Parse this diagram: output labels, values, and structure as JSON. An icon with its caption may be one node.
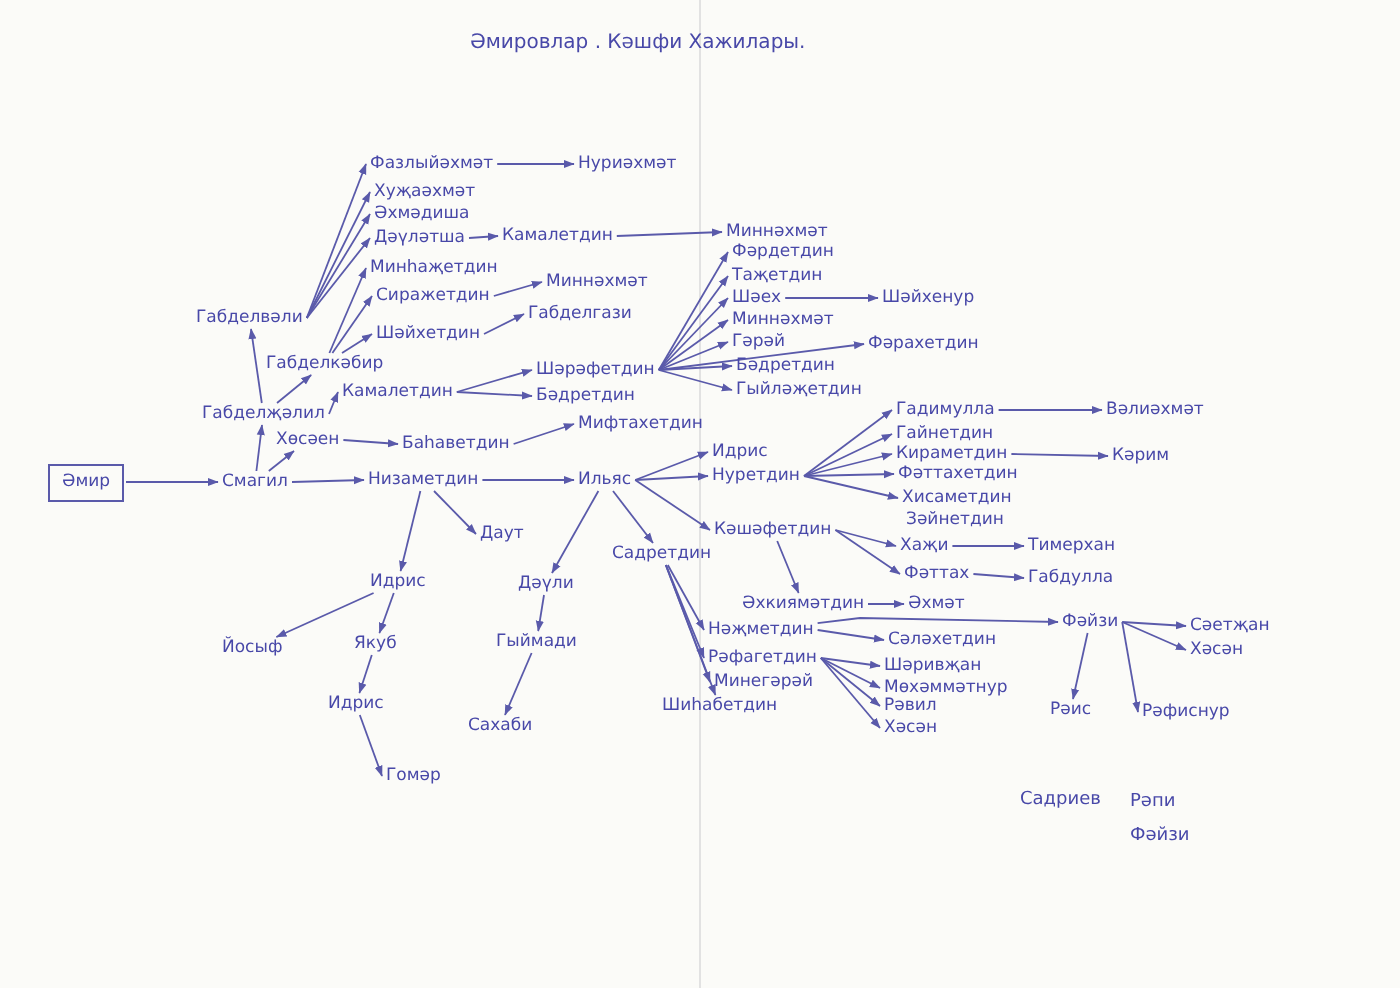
{
  "diagram": {
    "title": "Әмировлар . Кәшфи Хажилары.",
    "nodes": [
      {
        "text": [
          "Әмир"
        ]
      },
      {
        "text": [
          "Смагил"
        ]
      },
      {
        "text": [
          "Низаметдин"
        ]
      },
      {
        "text": [
          "Ильяс"
        ]
      },
      {
        "text": [
          "Габделҗәлил"
        ]
      },
      {
        "text": [
          "Хөсәен"
        ]
      },
      {
        "text": [
          "Баһаветдин"
        ]
      },
      {
        "text": [
          "Мифтахетдин"
        ]
      },
      {
        "text": [
          "Габделвәли"
        ]
      },
      {
        "text": [
          "Габделкәбир"
        ]
      },
      {
        "text": [
          "Камалетдин"
        ]
      },
      {
        "text": [
          "Шәрәфетдин"
        ]
      },
      {
        "text": [
          "Бәдретдин"
        ]
      },
      {
        "text": [
          "Фазлыйәхмәт"
        ]
      },
      {
        "text": [
          "Нуриәхмәт"
        ]
      },
      {
        "text": [
          "Хуҗаәхмәт"
        ]
      },
      {
        "text": [
          "Әхмәдиша"
        ]
      },
      {
        "text": [
          "Дәүләтша"
        ]
      },
      {
        "text": [
          "Камалетдин"
        ]
      },
      {
        "text": [
          "Миннәхмәт"
        ]
      },
      {
        "text": [
          "Минһаҗетдин"
        ]
      },
      {
        "text": [
          "Сиражетдин"
        ]
      },
      {
        "text": [
          "Миннәхмәт"
        ]
      },
      {
        "text": [
          "Шәйхетдин"
        ]
      },
      {
        "text": [
          "Габделгази"
        ]
      },
      {
        "text": [
          "Фәрдетдин"
        ]
      },
      {
        "text": [
          "Таҗетдин"
        ]
      },
      {
        "text": [
          "Шәех"
        ]
      },
      {
        "text": [
          "Миннәхмәт"
        ]
      },
      {
        "text": [
          "Гәрәй"
        ]
      },
      {
        "text": [
          "Фәрахетдин"
        ]
      },
      {
        "text": [
          "Бәдретдин"
        ]
      },
      {
        "text": [
          "Гыйләҗетдин"
        ]
      },
      {
        "text": [
          "Шәйхенур"
        ]
      },
      {
        "text": [
          "Идрис"
        ]
      },
      {
        "text": [
          "Нуретдин"
        ]
      },
      {
        "text": [
          "Гадимулла"
        ]
      },
      {
        "text": [
          "Вәлиәхмәт"
        ]
      },
      {
        "text": [
          "Гайнетдин"
        ]
      },
      {
        "text": [
          "Кираметдин"
        ]
      },
      {
        "text": [
          "Кәрим"
        ]
      },
      {
        "text": [
          "Фәттахетдин"
        ]
      },
      {
        "text": [
          "Хисаметдин"
        ]
      },
      {
        "text": [
          "Зәйнетдин"
        ]
      },
      {
        "text": [
          "Кәшәфетдин"
        ]
      },
      {
        "text": [
          "Хаҗи"
        ]
      },
      {
        "text": [
          "Тимерхан"
        ]
      },
      {
        "text": [
          "Фәттах"
        ]
      },
      {
        "text": [
          "Габдулла"
        ]
      },
      {
        "text": [
          "Әхкиямәтдин"
        ]
      },
      {
        "text": [
          "Әхмәт"
        ]
      },
      {
        "text": [
          "Даут"
        ]
      },
      {
        "text": [
          "Идрис"
        ]
      },
      {
        "text": [
          "Йосыф"
        ]
      },
      {
        "text": [
          "Якуб"
        ]
      },
      {
        "text": [
          "Идрис"
        ]
      },
      {
        "text": [
          "Гомәр"
        ]
      },
      {
        "text": [
          "Садретдин"
        ]
      },
      {
        "text": [
          "Дәүли"
        ]
      },
      {
        "text": [
          "Гыймади"
        ]
      },
      {
        "text": [
          "Сахаби"
        ]
      },
      {
        "text": [
          "Нәҗметдин"
        ]
      },
      {
        "text": [
          "Сәләхетдин"
        ]
      },
      {
        "text": [
          "Фәйзи"
        ]
      },
      {
        "text": [
          "Сәетҗан"
        ]
      },
      {
        "text": [
          "Хәсән"
        ]
      },
      {
        "text": [
          "Рәис"
        ]
      },
      {
        "text": [
          "Рәфиснур"
        ]
      },
      {
        "text": [
          "Рәфагетдин"
        ]
      },
      {
        "text": [
          "Шәривҗан"
        ]
      },
      {
        "text": [
          "Мөхәммәтнур"
        ]
      },
      {
        "text": [
          "Рәвил"
        ]
      },
      {
        "text": [
          "Хәсән"
        ]
      },
      {
        "text": [
          "Минегәрәй"
        ]
      },
      {
        "text": [
          "Шиһабетдин"
        ]
      }
    ],
    "edges": [
      {
        "from": 0,
        "to": 1,
        "arrow": "to"
      },
      {
        "from": 1,
        "to": 2,
        "arrow": "to"
      },
      {
        "from": 1,
        "to": 4,
        "arrow": "to"
      },
      {
        "from": 1,
        "to": 5,
        "arrow": "to"
      },
      {
        "from": 5,
        "to": 6,
        "arrow": "to"
      },
      {
        "from": 6,
        "to": 7,
        "arrow": "to"
      },
      {
        "from": 2,
        "to": 3,
        "arrow": "to"
      },
      {
        "from": 4,
        "to": 8,
        "arrow": "to"
      },
      {
        "from": 4,
        "to": 9,
        "arrow": "to"
      },
      {
        "from": 4,
        "to": 10,
        "arrow": "to"
      },
      {
        "from": 10,
        "to": 11,
        "arrow": "to"
      },
      {
        "from": 10,
        "to": 12,
        "arrow": "to"
      },
      {
        "from": 8,
        "to": 13,
        "arrow": "to"
      },
      {
        "from": 8,
        "to": 15,
        "arrow": "to"
      },
      {
        "from": 8,
        "to": 16,
        "arrow": "to"
      },
      {
        "from": 8,
        "to": 17,
        "arrow": "to"
      },
      {
        "from": 13,
        "to": 14,
        "arrow": "to"
      },
      {
        "from": 17,
        "to": 18,
        "arrow": "to"
      },
      {
        "from": 18,
        "to": 19,
        "arrow": "to"
      },
      {
        "from": 9,
        "to": 20,
        "arrow": "to"
      },
      {
        "from": 9,
        "to": 21,
        "arrow": "to"
      },
      {
        "from": 9,
        "to": 23,
        "arrow": "to"
      },
      {
        "from": 21,
        "to": 22,
        "arrow": "to"
      },
      {
        "from": 23,
        "to": 24,
        "arrow": "to"
      },
      {
        "from": 11,
        "to": 25,
        "arrow": "to"
      },
      {
        "from": 11,
        "to": 26,
        "arrow": "to"
      },
      {
        "from": 11,
        "to": 27,
        "arrow": "to"
      },
      {
        "from": 11,
        "to": 28,
        "arrow": "to"
      },
      {
        "from": 11,
        "to": 29,
        "arrow": "to"
      },
      {
        "from": 11,
        "to": 30,
        "arrow": "to"
      },
      {
        "from": 11,
        "to": 31,
        "arrow": "to"
      },
      {
        "from": 11,
        "to": 32,
        "arrow": "to"
      },
      {
        "from": 27,
        "to": 33,
        "arrow": "to"
      },
      {
        "from": 3,
        "to": 34,
        "arrow": "to"
      },
      {
        "from": 3,
        "to": 35,
        "arrow": "to"
      },
      {
        "from": 3,
        "to": 44,
        "arrow": "to"
      },
      {
        "from": 3,
        "to": 57,
        "arrow": "to"
      },
      {
        "from": 3,
        "to": 58,
        "arrow": "to"
      },
      {
        "from": 35,
        "to": 36,
        "arrow": "to"
      },
      {
        "from": 35,
        "to": 38,
        "arrow": "to"
      },
      {
        "from": 35,
        "to": 39,
        "arrow": "to"
      },
      {
        "from": 35,
        "to": 41,
        "arrow": "to"
      },
      {
        "from": 35,
        "to": 42,
        "arrow": "to"
      },
      {
        "from": 36,
        "to": 37,
        "arrow": "to"
      },
      {
        "from": 39,
        "to": 40,
        "arrow": "to"
      },
      {
        "from": 44,
        "to": 45,
        "arrow": "to"
      },
      {
        "from": 44,
        "to": 47,
        "arrow": "to"
      },
      {
        "from": 44,
        "to": 49,
        "arrow": "to"
      },
      {
        "from": 45,
        "to": 46,
        "arrow": "to"
      },
      {
        "from": 47,
        "to": 48,
        "arrow": "to"
      },
      {
        "from": 49,
        "to": 50,
        "arrow": "to"
      },
      {
        "from": 2,
        "to": 51,
        "arrow": "to"
      },
      {
        "from": 2,
        "to": 52,
        "arrow": "to"
      },
      {
        "from": 52,
        "to": 53,
        "arrow": "to"
      },
      {
        "from": 52,
        "to": 54,
        "arrow": "to"
      },
      {
        "from": 54,
        "to": 55,
        "arrow": "to"
      },
      {
        "from": 55,
        "to": 56,
        "arrow": "to"
      },
      {
        "from": 58,
        "to": 59,
        "arrow": "to"
      },
      {
        "from": 59,
        "to": 60,
        "arrow": "to"
      },
      {
        "from": 57,
        "to": 61,
        "arrow": "to"
      },
      {
        "from": 57,
        "to": 68,
        "arrow": "to"
      },
      {
        "from": 57,
        "to": 73,
        "arrow": "to"
      },
      {
        "from": 57,
        "to": 74,
        "arrow": "to"
      },
      {
        "from": 61,
        "to": 62,
        "arrow": "to"
      },
      {
        "from": 61,
        "to": 63,
        "arrow": "to"
      },
      {
        "from": 63,
        "to": 64,
        "arrow": "to"
      },
      {
        "from": 63,
        "to": 65,
        "arrow": "to"
      },
      {
        "from": 63,
        "to": 66,
        "arrow": "to"
      },
      {
        "from": 63,
        "to": 67,
        "arrow": "to"
      },
      {
        "from": 68,
        "to": 69,
        "arrow": "to"
      },
      {
        "from": 68,
        "to": 70,
        "arrow": "to"
      },
      {
        "from": 68,
        "to": 71,
        "arrow": "to"
      },
      {
        "from": 68,
        "to": 72,
        "arrow": "to"
      }
    ],
    "labels": [
      "Садриев",
      "Рәпи",
      "Фәйзи"
    ]
  }
}
